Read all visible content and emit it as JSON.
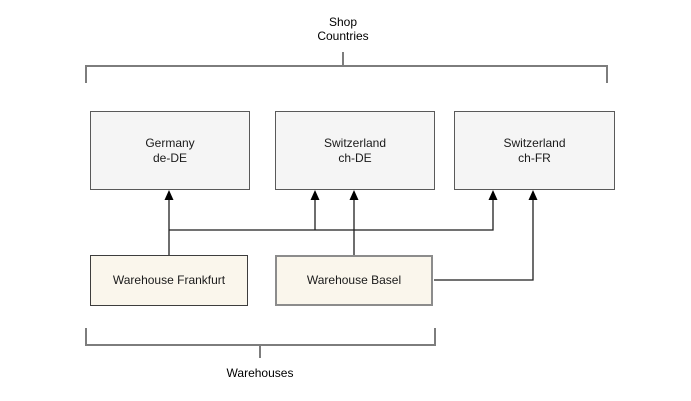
{
  "diagram": {
    "groups": {
      "shop_countries": {
        "line1": "Shop",
        "line2": "Countries"
      },
      "warehouses": {
        "label": "Warehouses"
      }
    },
    "shop_countries": [
      {
        "title": "Germany",
        "subtitle": "de-DE"
      },
      {
        "title": "Switzerland",
        "subtitle": "ch-DE"
      },
      {
        "title": "Switzerland",
        "subtitle": "ch-FR"
      }
    ],
    "warehouses": [
      {
        "label": "Warehouse Frankfurt"
      },
      {
        "label": "Warehouse Basel"
      }
    ],
    "edges": [
      {
        "from": "Warehouse Frankfurt",
        "to": "Germany de-DE"
      },
      {
        "from": "Warehouse Frankfurt",
        "to": "Switzerland ch-DE"
      },
      {
        "from": "Warehouse Frankfurt",
        "to": "Switzerland ch-FR"
      },
      {
        "from": "Warehouse Basel",
        "to": "Switzerland ch-DE"
      },
      {
        "from": "Warehouse Basel",
        "to": "Switzerland ch-FR"
      }
    ],
    "colors": {
      "background": "#ffffff",
      "shop_box_fill": "#f5f5f5",
      "shop_box_border": "#595959",
      "warehouse_box_fill": "#faf6ec",
      "warehouse_frankfurt_border": "#3d3d3d",
      "warehouse_basel_border": "#8c8c8c",
      "bracket": "#7d7d7d",
      "connector": "#1f1f1f",
      "text": "#000000"
    }
  }
}
